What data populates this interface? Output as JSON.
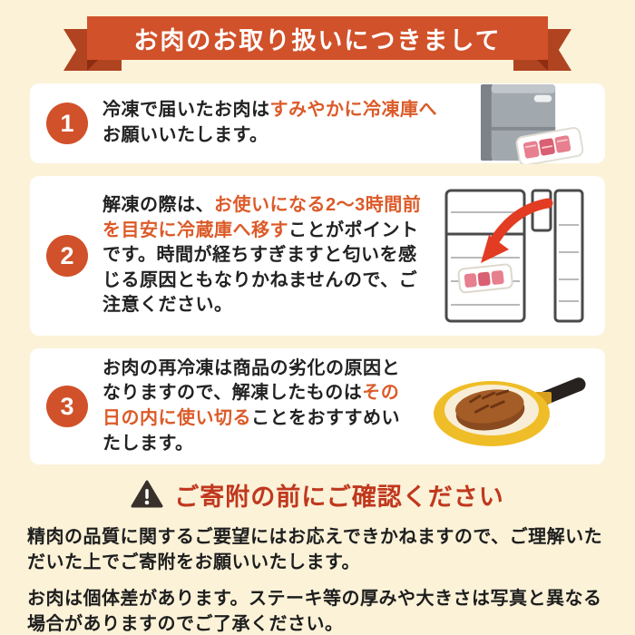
{
  "banner": {
    "title": "お肉のお取り扱いにつきまして"
  },
  "steps": [
    {
      "number": "1",
      "parts": [
        {
          "text": "冷凍で届いたお肉は",
          "highlight": false
        },
        {
          "text": "すみやかに冷凍庫へ",
          "highlight": true
        },
        {
          "text": "お願いいたします。",
          "highlight": false
        }
      ],
      "illustration": "closed-freezer-with-meat-tray"
    },
    {
      "number": "2",
      "parts": [
        {
          "text": "解凍の際は、",
          "highlight": false
        },
        {
          "text": "お使いになる2〜3時間前を目安に冷蔵庫へ移す",
          "highlight": true
        },
        {
          "text": "ことがポイントです。時間が経ちすぎますと匂いを感じる原因ともなりかねませんので、ご注意ください。",
          "highlight": false
        }
      ],
      "illustration": "open-refrigerator-with-arrow-and-meat"
    },
    {
      "number": "3",
      "parts": [
        {
          "text": "お肉の再冷凍は商品の劣化の原因となりますので、解凍したものは",
          "highlight": false
        },
        {
          "text": "その日の内に使い切る",
          "highlight": true
        },
        {
          "text": "ことをおすすめいたします。",
          "highlight": false
        }
      ],
      "illustration": "frying-pan-with-steak"
    }
  ],
  "notice": {
    "heading": "ご寄附の前にご確認ください",
    "warning_icon": "warning-triangle-icon",
    "paragraphs": [
      "精肉の品質に関するご要望にはお応えできかねますので、ご理解いただいた上でご寄附をお願いいたします。",
      "お肉は個体差があります。ステーキ等の厚みや大きさは写真と異なる場合がありますのでご了承ください。"
    ]
  },
  "colors": {
    "background": "#FBF2D8",
    "ribbon": "#D1512A",
    "ribbon_fold": "#8E2D11",
    "step_circle": "#D1512A",
    "highlight_text": "#DC5A28",
    "notice_heading": "#C0381E",
    "card": "#FFFFFF",
    "arrow_red": "#E23C22"
  }
}
